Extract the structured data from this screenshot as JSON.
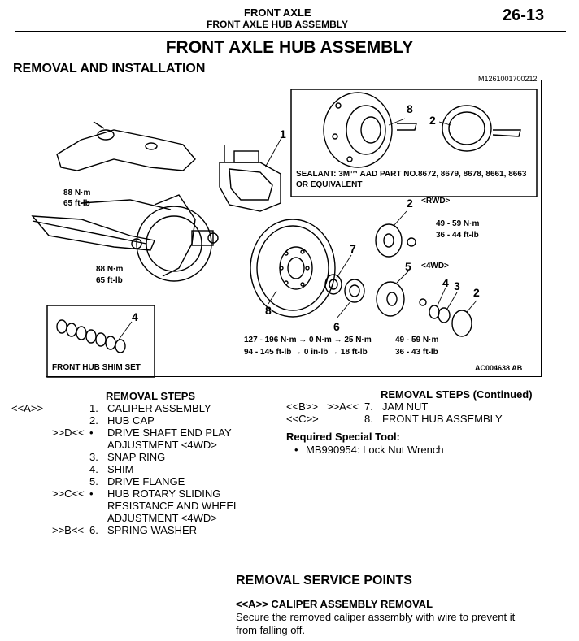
{
  "header": {
    "section": "FRONT AXLE",
    "subsection": "FRONT AXLE HUB ASSEMBLY",
    "page_number": "26-13"
  },
  "title": "FRONT AXLE HUB ASSEMBLY",
  "subtitle": "REMOVAL AND INSTALLATION",
  "figure_id_top": "M1261001700212",
  "figure_id_bottom": "AC004638 AB",
  "diagram": {
    "torque_upper_nm": "88 N·m",
    "torque_upper_ftlb": "65 ft-lb",
    "torque_lower_nm": "88 N·m",
    "torque_lower_ftlb": "65 ft-lb",
    "sealant_text": "SEALANT: 3M™ AAD PART NO.8672, 8679, 8678, 8661, 8663 OR EQUIVALENT",
    "rwd_label": "<RWD>",
    "wd4_label": "<4WD>",
    "torque_right_nm": "49 - 59 N·m",
    "torque_right_ftlb": "36 - 44 ft-lb",
    "torque_bottom_nm": "127 - 196 N·m → 0 N·m → 25 N·m",
    "torque_bottom_ftlb": "94 - 145 ft-lb → 0 in-lb → 18 ft-lb",
    "torque_bottom_right_nm": "49 - 59 N·m",
    "torque_bottom_right_ftlb": "36 - 43 ft-lb",
    "shim_set_label": "FRONT HUB SHIM SET",
    "callouts": {
      "c1": "1",
      "c2a": "2",
      "c2b": "2",
      "c2c": "2",
      "c3": "3",
      "c4a": "4",
      "c4b": "4",
      "c5": "5",
      "c6": "6",
      "c7": "7",
      "c8a": "8",
      "c8b": "8"
    }
  },
  "removal_steps_title": "REMOVAL STEPS",
  "removal_steps": [
    {
      "code": "<<A>>",
      "num": "1.",
      "text": "CALIPER ASSEMBLY"
    },
    {
      "code": "",
      "num": "2.",
      "text": "HUB CAP"
    },
    {
      "code": ">>D<<",
      "num": "•",
      "text": "DRIVE SHAFT END PLAY"
    },
    {
      "code": "",
      "num": "",
      "text": "ADJUSTMENT <4WD>"
    },
    {
      "code": "",
      "num": "3.",
      "text": "SNAP RING"
    },
    {
      "code": "",
      "num": "4.",
      "text": "SHIM"
    },
    {
      "code": "",
      "num": "5.",
      "text": "DRIVE FLANGE"
    },
    {
      "code": ">>C<<",
      "num": "•",
      "text": "HUB ROTARY SLIDING"
    },
    {
      "code": "",
      "num": "",
      "text": "RESISTANCE AND WHEEL"
    },
    {
      "code": "",
      "num": "",
      "text": "ADJUSTMENT <4WD>"
    },
    {
      "code": ">>B<<",
      "num": "6.",
      "text": "SPRING WASHER"
    }
  ],
  "removal_steps_cont_title": "REMOVAL STEPS  (Continued)",
  "removal_steps_cont": [
    {
      "code1": "<<B>>",
      "code2": ">>A<<",
      "num": "7.",
      "text": "JAM NUT"
    },
    {
      "code1": "<<C>>",
      "code2": "",
      "num": "8.",
      "text": "FRONT HUB ASSEMBLY"
    }
  ],
  "special_tool_title": "Required Special Tool:",
  "special_tool_item": "MB990954: Lock Nut Wrench",
  "service_points_title": "REMOVAL SERVICE POINTS",
  "caliper_removal_title": "<<A>> CALIPER ASSEMBLY REMOVAL",
  "caliper_removal_text_1": "Secure the removed caliper assembly with wire to prevent it",
  "caliper_removal_text_2": "from falling off."
}
